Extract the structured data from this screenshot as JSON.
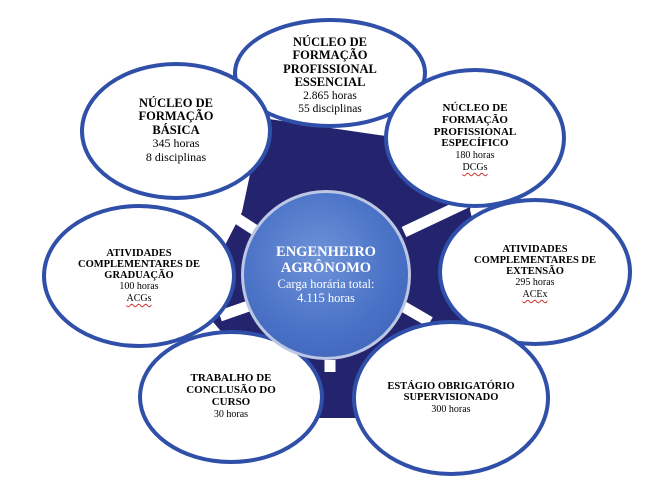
{
  "colors": {
    "border": "#2f4fa8",
    "navy": "#24246e",
    "center_fill": "#4a72c6",
    "center_text": "#ffffff"
  },
  "center": {
    "title_1": "ENGENHEIRO",
    "title_2": "AGRÔNOMO",
    "sub_1": "Carga horária total:",
    "sub_2": "4.115 horas"
  },
  "nodes": {
    "essencial": {
      "t1": "NÚCLEO DE",
      "t2": "FORMAÇÃO",
      "t3": "PROFISSIONAL",
      "t4": "ESSENCIAL",
      "d1": "2.865 horas",
      "d2": "55 disciplinas"
    },
    "basica": {
      "t1": "NÚCLEO DE",
      "t2": "FORMAÇÃO",
      "t3": "BÁSICA",
      "d1": "345 horas",
      "d2": "8 disciplinas"
    },
    "especifico": {
      "t1": "NÚCLEO DE",
      "t2": "FORMAÇÃO",
      "t3": "PROFISSIONAL",
      "t4": "ESPECÍFICO",
      "d1": "180 horas",
      "d2": "DCGs"
    },
    "acg": {
      "t1": "ATIVIDADES",
      "t2": "COMPLEMENTARES DE",
      "t3": "GRADUAÇÃO",
      "d1": "100 horas",
      "d2": "ACGs"
    },
    "acex": {
      "t1": "ATIVIDADES",
      "t2": "COMPLEMENTARES DE",
      "t3": "EXTENSÃO",
      "d1": "295 horas",
      "d2": "ACEx"
    },
    "tcc": {
      "t1": "TRABALHO DE",
      "t2": "CONCLUSÃO DO",
      "t3": "CURSO",
      "d1": "30 horas"
    },
    "estagio": {
      "t1": "ESTÁGIO OBRIGATÓRIO",
      "t2": "SUPERVISIONADO",
      "d1": "300 horas"
    }
  }
}
